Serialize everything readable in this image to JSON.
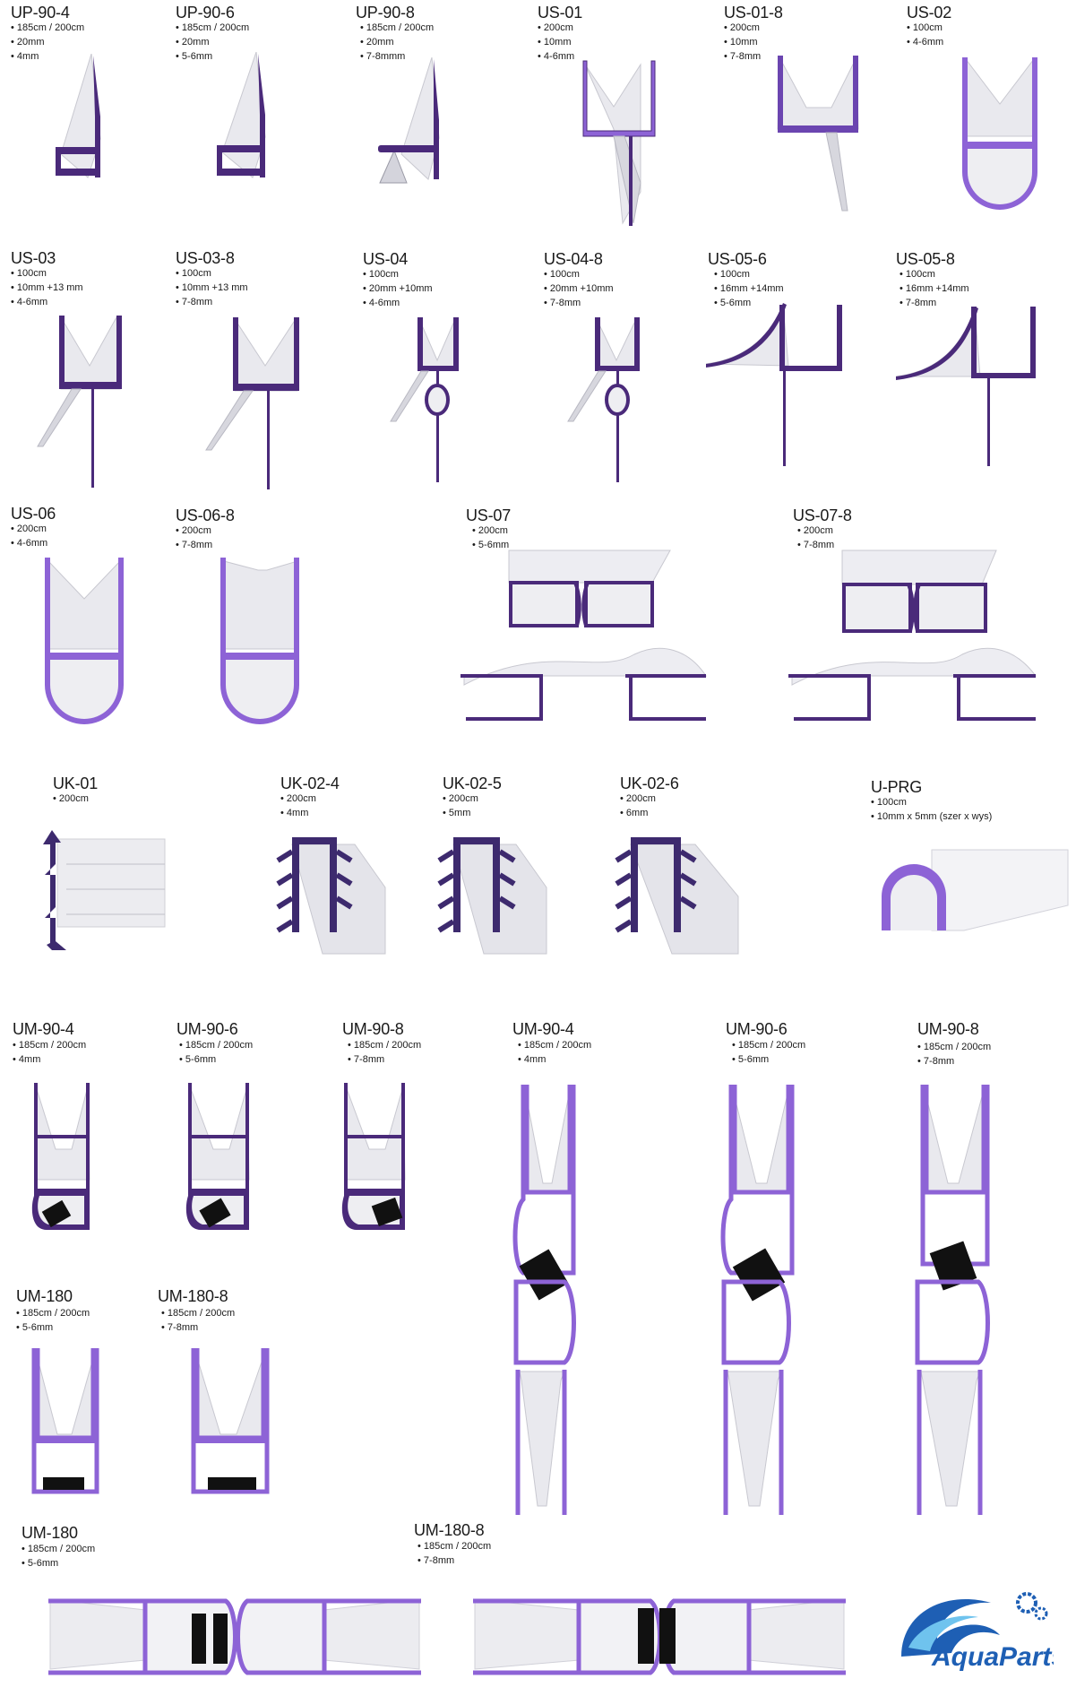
{
  "colors": {
    "purple_dark": "#4a2a7a",
    "purple_light": "#8d63d6",
    "profile_fill": "#ececf0",
    "profile_shade": "#c9c9d2",
    "magnet": "#111111",
    "logo_blue": "#1e5fb4"
  },
  "items": [
    {
      "code": "UP-90-4",
      "specs": [
        "185cm / 200cm",
        "20mm",
        "4mm"
      ],
      "icon": "up-profile-icon"
    },
    {
      "code": "UP-90-6",
      "specs": [
        "185cm / 200cm",
        "20mm",
        "5-6mm"
      ],
      "icon": "up-profile-icon"
    },
    {
      "code": "UP-90-8",
      "specs": [
        "185cm / 200cm",
        "20mm",
        "7-8mmm"
      ],
      "icon": "up-profile-icon"
    },
    {
      "code": "US-01",
      "specs": [
        "200cm",
        "10mm",
        "4-6mm"
      ],
      "icon": "us-profile-icon"
    },
    {
      "code": "US-01-8",
      "specs": [
        "200cm",
        "10mm",
        "7-8mm"
      ],
      "icon": "us-profile-icon"
    },
    {
      "code": "US-02",
      "specs": [
        "100cm",
        "4-6mm"
      ],
      "icon": "us-bulb-profile-icon"
    },
    {
      "code": "US-03",
      "specs": [
        "100cm",
        "10mm +13 mm",
        "4-6mm"
      ],
      "icon": "us-profile-icon"
    },
    {
      "code": "US-03-8",
      "specs": [
        "100cm",
        "10mm +13 mm",
        "7-8mm"
      ],
      "icon": "us-profile-icon"
    },
    {
      "code": "US-04",
      "specs": [
        "100cm",
        "20mm +10mm",
        "4-6mm"
      ],
      "icon": "us-profile-icon"
    },
    {
      "code": "US-04-8",
      "specs": [
        "100cm",
        "20mm +10mm",
        "7-8mm"
      ],
      "icon": "us-profile-icon"
    },
    {
      "code": "US-05-6",
      "specs": [
        "100cm",
        "16mm +14mm",
        "5-6mm"
      ],
      "icon": "us-profile-icon"
    },
    {
      "code": "US-05-8",
      "specs": [
        "100cm",
        "16mm +14mm",
        "7-8mm"
      ],
      "icon": "us-profile-icon"
    },
    {
      "code": "US-06",
      "specs": [
        "200cm",
        "4-6mm"
      ],
      "icon": "us-bulb-profile-icon"
    },
    {
      "code": "US-06-8",
      "specs": [
        "200cm",
        "7-8mm"
      ],
      "icon": "us-bulb-profile-icon"
    },
    {
      "code": "US-07",
      "specs": [
        "200cm",
        "5-6mm"
      ],
      "icon": "us-double-profile-icon"
    },
    {
      "code": "US-07-8",
      "specs": [
        "200cm",
        "7-8mm"
      ],
      "icon": "us-double-profile-icon"
    },
    {
      "code": "UK-01",
      "specs": [
        "200cm"
      ],
      "icon": "uk-fin-profile-icon"
    },
    {
      "code": "UK-02-4",
      "specs": [
        "200cm",
        "4mm"
      ],
      "icon": "uk-channel-profile-icon"
    },
    {
      "code": "UK-02-5",
      "specs": [
        "200cm",
        "5mm"
      ],
      "icon": "uk-channel-profile-icon"
    },
    {
      "code": "UK-02-6",
      "specs": [
        "200cm",
        "6mm"
      ],
      "icon": "uk-channel-profile-icon"
    },
    {
      "code": "U-PRG",
      "specs": [
        "100cm",
        "10mm x 5mm (szer x wys)"
      ],
      "icon": "u-prg-profile-icon"
    },
    {
      "code": "UM-90-4",
      "specs": [
        "185cm / 200cm",
        "4mm"
      ],
      "icon": "um-magnet-profile-icon"
    },
    {
      "code": "UM-90-6",
      "specs": [
        "185cm / 200cm",
        "5-6mm"
      ],
      "icon": "um-magnet-profile-icon"
    },
    {
      "code": "UM-90-8",
      "specs": [
        "185cm / 200cm",
        "7-8mm"
      ],
      "icon": "um-magnet-profile-icon"
    },
    {
      "code": "UM-90-4",
      "specs": [
        "185cm / 200cm",
        "4mm"
      ],
      "icon": "um-magnet-pair-icon"
    },
    {
      "code": "UM-90-6",
      "specs": [
        "185cm / 200cm",
        "5-6mm"
      ],
      "icon": "um-magnet-pair-icon"
    },
    {
      "code": "UM-90-8",
      "specs": [
        "185cm / 200cm",
        "7-8mm"
      ],
      "icon": "um-magnet-pair-icon"
    },
    {
      "code": "UM-180",
      "specs": [
        "185cm / 200cm",
        "5-6mm"
      ],
      "icon": "um-180-profile-icon"
    },
    {
      "code": "UM-180-8",
      "specs": [
        "185cm / 200cm",
        "7-8mm"
      ],
      "icon": "um-180-profile-icon"
    },
    {
      "code": "UM-180",
      "specs": [
        "185cm / 200cm",
        "5-6mm"
      ],
      "icon": "um-180-horizontal-icon"
    },
    {
      "code": "UM-180-8",
      "specs": [
        "185cm / 200cm",
        "7-8mm"
      ],
      "icon": "um-180-horizontal-icon"
    }
  ],
  "logo": {
    "text": "AquaParts",
    "icon": "wave-gear-logo-icon"
  }
}
